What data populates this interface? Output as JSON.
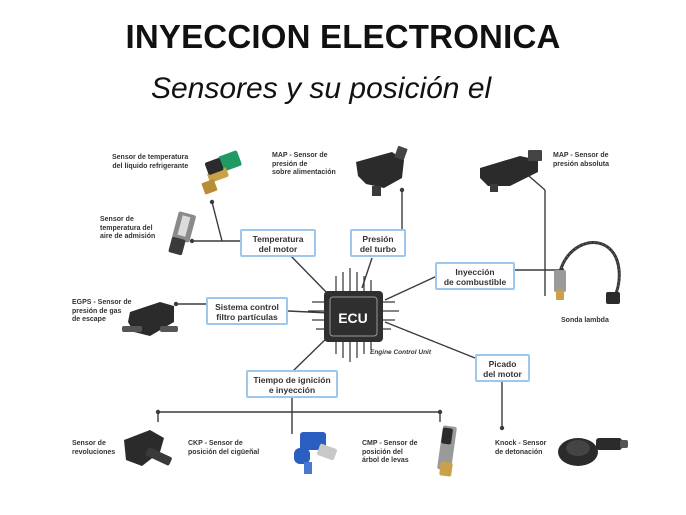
{
  "title": "INYECCION ELECTRONICA",
  "subtitle": "Sensores y su posición el",
  "subtitle_cutoff": "",
  "ecu": {
    "label": "ECU",
    "caption": "Engine Control Unit"
  },
  "categories": [
    {
      "id": "temp-motor",
      "lines": [
        "Temperatura",
        "del motor"
      ]
    },
    {
      "id": "presion-turbo",
      "lines": [
        "Presión",
        "del turbo"
      ]
    },
    {
      "id": "inyeccion-combustible",
      "lines": [
        "Inyección",
        "de combustible"
      ]
    },
    {
      "id": "sistema-control",
      "lines": [
        "Sistema control",
        "filtro partículas"
      ]
    },
    {
      "id": "tiempo-ignicion",
      "lines": [
        "Tiempo de ignición",
        "e inyección"
      ]
    },
    {
      "id": "picado-motor",
      "lines": [
        "Picado",
        "del motor"
      ]
    }
  ],
  "sensors": [
    {
      "id": "temp-refrigerante",
      "lines": [
        "Sensor de temperatura",
        "del líquido refrigerante"
      ]
    },
    {
      "id": "map-sobrealimentacion",
      "lines": [
        "MAP - Sensor de",
        "presión de",
        "sobre alimentación"
      ]
    },
    {
      "id": "map-absoluta",
      "lines": [
        "MAP - Sensor de",
        "presión absoluta"
      ]
    },
    {
      "id": "temp-aire",
      "lines": [
        "Sensor de",
        "temperatura del",
        "aire de admisión"
      ]
    },
    {
      "id": "egps",
      "lines": [
        "EGPS - Sensor de",
        "presión de gas",
        "de escape"
      ]
    },
    {
      "id": "sonda-lambda",
      "lines": [
        "Sonda lambda"
      ]
    },
    {
      "id": "revoluciones",
      "lines": [
        "Sensor de",
        "revoluciones"
      ]
    },
    {
      "id": "ckp",
      "lines": [
        "CKP - Sensor de",
        "posición del cigüeñal"
      ]
    },
    {
      "id": "cmp",
      "lines": [
        "CMP - Sensor de",
        "posición del",
        "árbol de levas"
      ]
    },
    {
      "id": "knock",
      "lines": [
        "Knock - Sensor",
        "de detonación"
      ]
    }
  ],
  "colors": {
    "line": "#3b3b3b",
    "category_border": "#9ec7ee",
    "ecu_body": "#2f2f2f",
    "sensor_dark": "#2b2b2b",
    "sensor_green": "#1f9a63",
    "sensor_blue": "#2a5fc0",
    "sensor_brass": "#c9a14a"
  }
}
